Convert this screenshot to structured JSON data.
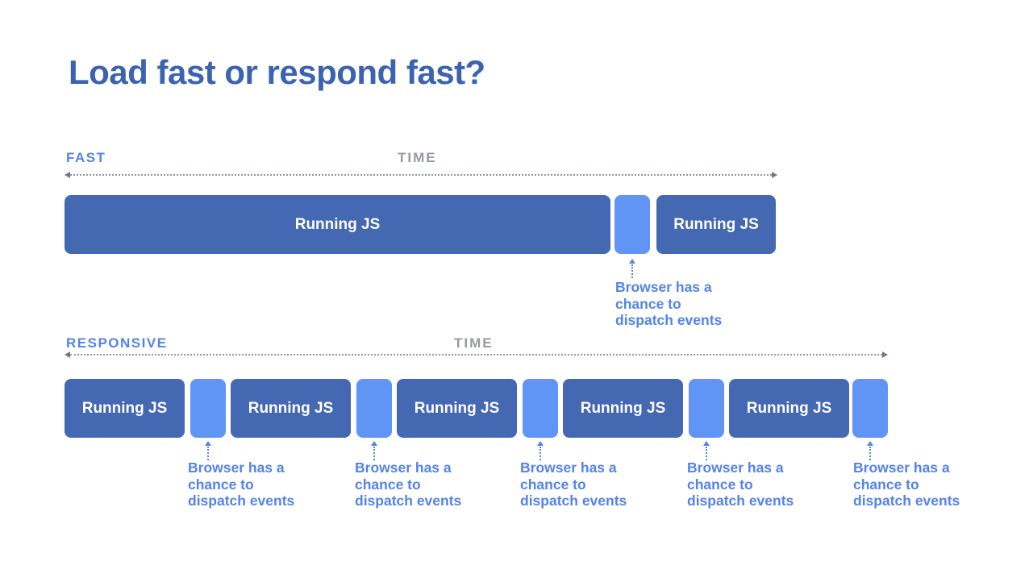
{
  "title": "Load fast or respond fast?",
  "colors": {
    "title_blue": "#3c63af",
    "accent_blue": "#5383ea",
    "dark_block_blue": "#4568b2",
    "light_block_blue": "#6094f5",
    "time_gray": "#97999c",
    "axis_gray": "#8e96a8"
  },
  "fast_section": {
    "label": "FAST",
    "time_label": "TIME",
    "blocks": [
      {
        "kind": "js",
        "label": "Running JS"
      },
      {
        "kind": "gap"
      },
      {
        "kind": "js",
        "label": "Running JS"
      }
    ],
    "annotations": [
      {
        "lines": [
          "Browser has a",
          "chance to",
          "dispatch events"
        ]
      }
    ]
  },
  "responsive_section": {
    "label": "RESPONSIVE",
    "time_label": "TIME",
    "blocks": [
      {
        "kind": "js",
        "label": "Running JS"
      },
      {
        "kind": "gap"
      },
      {
        "kind": "js",
        "label": "Running JS"
      },
      {
        "kind": "gap"
      },
      {
        "kind": "js",
        "label": "Running JS"
      },
      {
        "kind": "gap"
      },
      {
        "kind": "js",
        "label": "Running JS"
      },
      {
        "kind": "gap"
      },
      {
        "kind": "js",
        "label": "Running JS"
      },
      {
        "kind": "gap"
      }
    ],
    "annotations": [
      {
        "lines": [
          "Browser has a",
          "chance to",
          "dispatch events"
        ]
      },
      {
        "lines": [
          "Browser has a",
          "chance to",
          "dispatch events"
        ]
      },
      {
        "lines": [
          "Browser has a",
          "chance to",
          "dispatch events"
        ]
      },
      {
        "lines": [
          "Browser has a",
          "chance to",
          "dispatch events"
        ]
      },
      {
        "lines": [
          "Browser has a",
          "chance to",
          "dispatch events"
        ]
      }
    ]
  }
}
